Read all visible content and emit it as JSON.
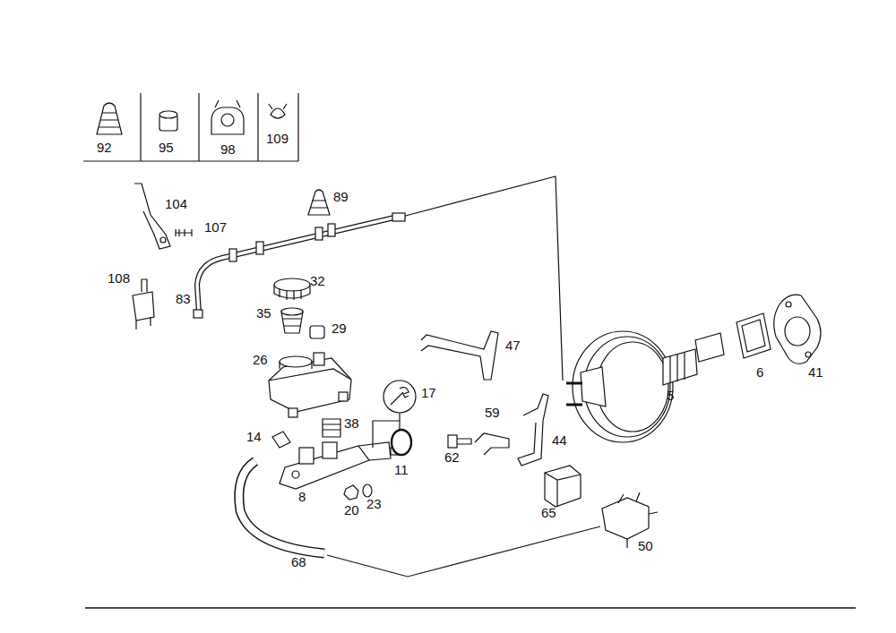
{
  "diagram": {
    "labels": [
      "92",
      "95",
      "98",
      "109",
      "104",
      "89",
      "107",
      "108",
      "83",
      "32",
      "35",
      "29",
      "26",
      "47",
      "17",
      "5",
      "6",
      "41",
      "14",
      "38",
      "59",
      "62",
      "44",
      "11",
      "8",
      "20",
      "23",
      "65",
      "50",
      "68"
    ]
  }
}
